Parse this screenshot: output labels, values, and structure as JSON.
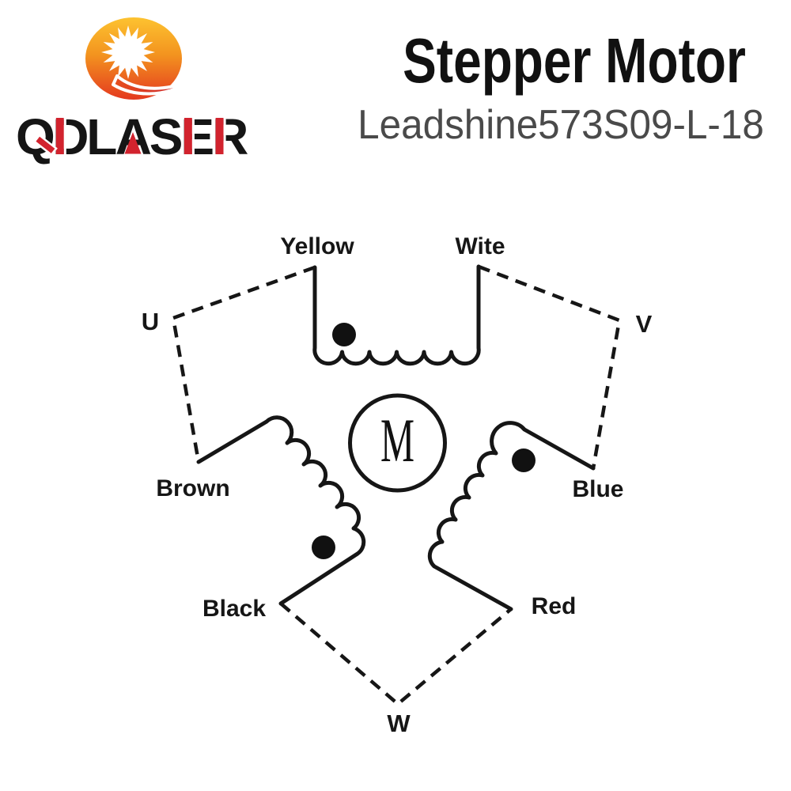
{
  "logo": {
    "brand": "QDLASER",
    "letters": [
      "Q",
      "D",
      "L",
      "A",
      "S",
      "E",
      "R"
    ],
    "accent_color": "#d2232e",
    "circle_gradient_top": "#fdc330",
    "circle_gradient_mid": "#f3941f",
    "circle_gradient_bottom": "#e4391f"
  },
  "header": {
    "title": "Stepper Motor",
    "subtitle": "Leadshine573S09-L-18"
  },
  "diagram": {
    "motor_symbol": "M",
    "terminals": {
      "u": "U",
      "v": "V",
      "w": "W"
    },
    "wires": {
      "yellow": "Yellow",
      "white": "Wite",
      "brown": "Brown",
      "blue": "Blue",
      "black": "Black",
      "red": "Red"
    },
    "line_color": "#161616"
  }
}
